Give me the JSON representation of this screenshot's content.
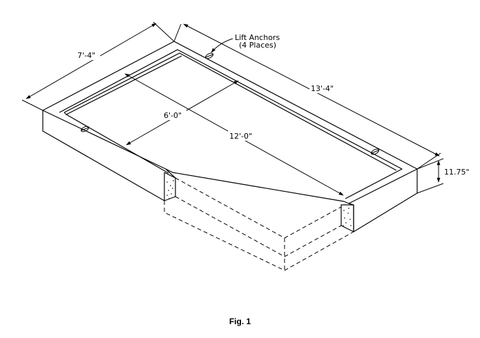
{
  "figure": {
    "caption": "Fig. 1",
    "dimensions": {
      "overall_width": "7'-4\"",
      "overall_length": "13'-4\"",
      "inner_width": "6'-0\"",
      "inner_length": "12'-0\"",
      "height": "11.75\""
    },
    "callout": {
      "line1": "Lift Anchors",
      "line2": "(4 Places)"
    }
  }
}
